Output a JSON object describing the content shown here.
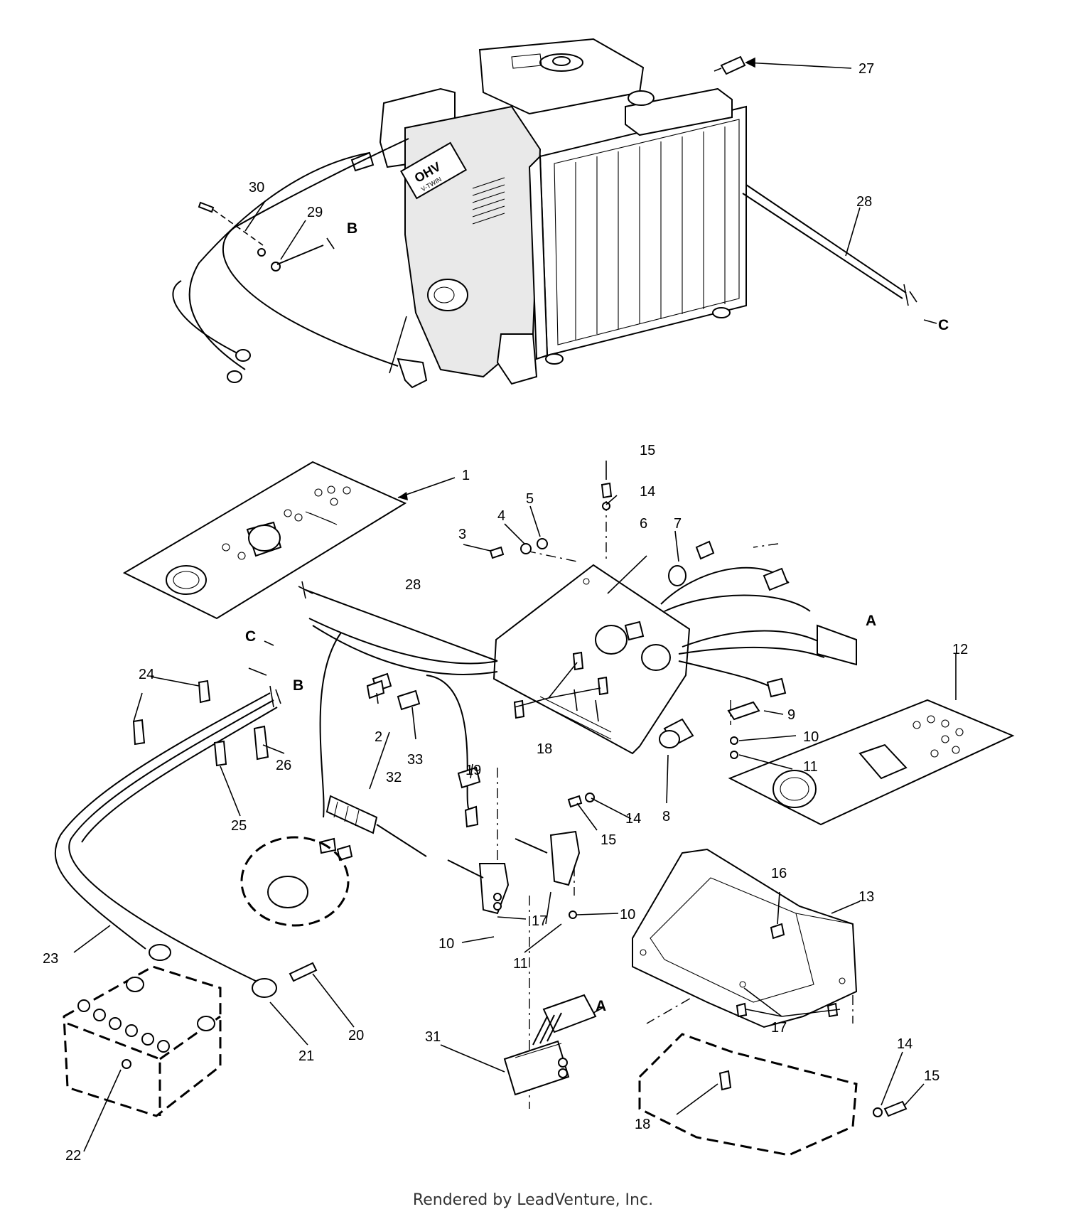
{
  "callouts": {
    "c1": "1",
    "c2": "2",
    "c3": "3",
    "c4": "4",
    "c5": "5",
    "c6": "6",
    "c7": "7",
    "c8": "8",
    "c9": "9",
    "c10a": "10",
    "c10b": "10",
    "c10c": "10",
    "c11a": "11",
    "c11b": "11",
    "c12": "12",
    "c13": "13",
    "c14a": "14",
    "c14b": "14",
    "c14c": "14",
    "c15a": "15",
    "c15b": "15",
    "c15c": "15",
    "c16": "16",
    "c17a": "17",
    "c17b": "17",
    "c17c": "17",
    "c18a": "18",
    "c18b": "18",
    "c19": "19",
    "c20": "20",
    "c21": "21",
    "c22": "22",
    "c23": "23",
    "c24": "24",
    "c25": "25",
    "c26": "26",
    "c27": "27",
    "c28a": "28",
    "c28b": "28",
    "c29": "29",
    "c30": "30",
    "c31": "31",
    "c32": "32",
    "c33": "33"
  },
  "connectors": {
    "a1": "A",
    "a2": "A",
    "b1": "B",
    "b2": "B",
    "c1": "C",
    "c2": "C"
  },
  "engine_label": "OHV",
  "engine_sublabel": "V-TWIN",
  "footer": "Rendered by LeadVenture, Inc."
}
